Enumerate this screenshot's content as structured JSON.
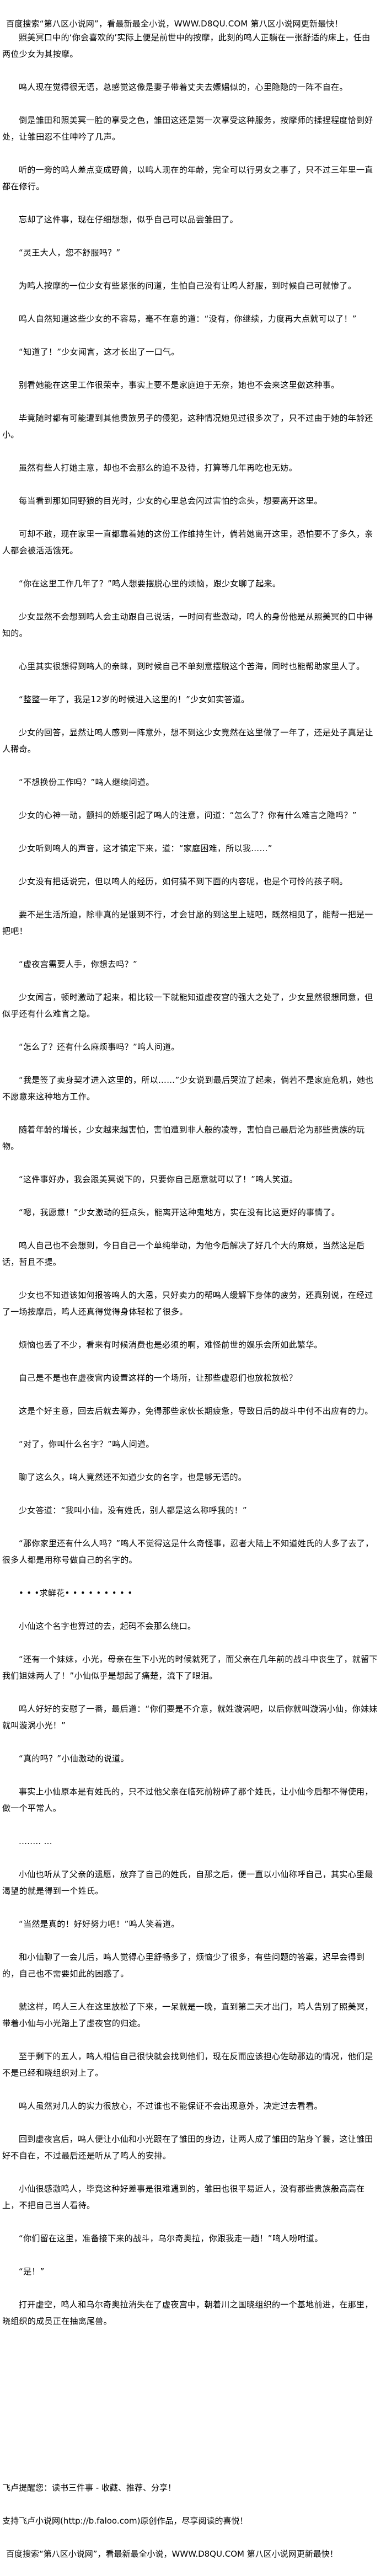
{
  "header": {
    "site_banner": "百度搜索“第八区小说网”，看最新最全小说，WWW.D8QU.COM   第八区小说网更新最快！"
  },
  "paragraphs": [
    "照美冥口中的‘你会喜欢的’实际上便是前世中的按摩，此刻的鸣人正躺在一张舒适的床上，任由两位少女为其按摩。",
    "鸣人现在觉得很无语，总感觉这像是妻子带着丈夫去嫖娼似的，心里隐隐的一阵不自在。",
    "倒是雏田和照美冥一脸的享受之色，雏田这还是第一次享受这种服务，按摩师的揉捏程度恰到好处，让雏田忍不住呻吟了几声。",
    "听的一旁的鸣人差点变成野兽，以鸣人现在的年龄，完全可以行男女之事了，只不过三年里一直都在修行。",
    "忘却了这件事，现在仔细想想，似乎自己可以品尝雏田了。",
    "“灵王大人，您不舒服吗？”",
    "为鸣人按摩的一位少女有些紧张的问道，生怕自己没有让鸣人舒服，到时候自己可就惨了。",
    "鸣人自然知道这些少女的不容易，毫不在意的道：“没有，你继续，力度再大点就可以了！”",
    "“知道了！”少女闻言，这才长出了一口气。",
    "别看她能在这里工作很荣幸，事实上要不是家庭迫于无奈，她也不会来这里做这种事。",
    "毕竟随时都有可能遭到其他贵族男子的侵犯，这种情况她见过很多次了，只不过由于她的年龄还小。",
    "虽然有些人打她主意，却也不会那么的迫不及待，打算等几年再吃也无妨。",
    "每当看到那如同野狼的目光时，少女的心里总会闪过害怕的念头，想要离开这里。",
    "可却不敢，现在家里一直都靠着她的这份工作维持生计，倘若她离开这里，恐怕要不了多久，亲人都会被活活饿死。",
    "“你在这里工作几年了？”鸣人想要摆脱心里的烦恼，跟少女聊了起来。",
    "少女显然不会想到鸣人会主动跟自己说话，一时间有些激动，鸣人的身份他是从照美冥的口中得知的。",
    "心里其实很想得到鸣人的亲睐，到时候自己不单刻意摆脱这个苦海，同时也能帮助家里人了。",
    "“整整一年了，我是12岁的时候进入这里的！”少女如实答道。",
    "少女的回答，显然让鸣人感到一阵意外，想不到这少女竟然在这里做了一年了，还是处子真是让人稀奇。",
    "“不想换份工作吗？”鸣人继续问道。",
    "少女的心神一动，颤抖的娇躯引起了鸣人的注意，问道：“怎么了？你有什么难言之隐吗？”",
    "少女听到鸣人的声音，这才镇定下来，道：“家庭困难，所以我……”",
    "少女没有把话说完，但以鸣人的经历，如何猜不到下面的内容呢，也是个可怜的孩子啊。",
    "要不是生活所迫，除非真的是饿到不行，才会甘愿的到这里上班吧，既然相见了，能帮一把是一把吧！",
    "“虚夜宫需要人手，你想去吗？”",
    "少女闻言，顿时激动了起来，相比较一下就能知道虚夜宫的强大之处了，少女显然很想同意，但似乎还有什么难言之隐。",
    "“怎么了？还有什么麻烦事吗？”鸣人问道。",
    "“我是签了卖身契才进入这里的，所以……”少女说到最后哭泣了起来，倘若不是家庭危机，她也不愿意来这种地方工作。",
    "随着年龄的增长，少女越来越害怕，害怕遭到非人般的凌辱，害怕自己最后沦为那些贵族的玩物。",
    "“这件事好办，我会跟美冥说下的，只要你自己愿意就可以了！”鸣人笑道。",
    "“嗯，我愿意！”少女激动的狂点头，能离开这种鬼地方，实在没有比这更好的事情了。",
    "鸣人自己也不会想到，今日自己一个单纯举动，为他今后解决了好几个大的麻烦，当然这是后话，暂且不提。",
    "少女也不知道该如何报答鸣人的大恩，只好卖力的帮鸣人缓解下身体的疲劳，还真别说，在经过了一场按摩后，鸣人还真得觉得身体轻松了很多。",
    "烦恼也丢了不少，看来有时候消费也是必须的啊，难怪前世的娱乐会所如此繁华。",
    "自己是不是也在虚夜宫内设置这样的一个场所，让那些虚忍们也放松放松？",
    "这是个好主意，回去后就去筹办，免得那些家伙长期疲惫，导致日后的战斗中付不出应有的力。",
    "“对了，你叫什么名字？”鸣人问道。",
    "聊了这么久，鸣人竟然还不知道少女的名字，也是够无语的。",
    "少女答道：“我叫小仙，没有姓氏，别人都是这么称呼我的！”",
    "“那你家里还有什么人吗？”鸣人不觉得这是什么奇怪事，忍者大陆上不知道姓氏的人多了去了，很多人都是用称号做自己的名字的。",
    "• • •求鲜花• • • • •  • • • •",
    "小仙这个名字也算过的去，起码不会那么绕口。",
    "“还有一个妹妹，小光，母亲在生下小光的时候就死了，而父亲在几年前的战斗中丧生了，就留下我们姐妹两人了！”小仙似乎是想起了痛楚，流下了眼泪。",
    "鸣人好好的安慰了一番，最后道：“你们要是不介意，就姓漩涡吧，以后你就叫漩涡小仙，你妹妹就叫漩涡小光！”",
    "“真的吗？”小仙激动的说道。",
    "事实上小仙原本是有姓氏的，只不过他父亲在临死前粉碎了那个姓氏，让小仙今后都不得使用，做一个平常人。",
    "........ ...",
    "小仙也听从了父亲的遗愿，放弃了自己的姓氏，自那之后，便一直以小仙称呼自己，其实心里最渴望的就是得到一个姓氏。",
    "“当然是真的！好好努力吧！”鸣人笑着道。",
    "和小仙聊了一会儿后，鸣人觉得心里舒畅多了，烦恼少了很多，有些问题的答案，迟早会得到的，自己也不需要如此的困惑了。",
    "就这样，鸣人三人在这里放松了下来，一呆就是一晚，直到第二天才出门，鸣人告别了照美冥，带着小仙与小光踏上了虚夜宫的归途。",
    "至于剩下的五人，鸣人相信自己很快就会找到他们，现在反而应该担心佐助那边的情况，他们是不是已经和晓组织对上了。",
    "鸣人虽然对几人的实力很放心，不过谁也不能保证不会出现意外，决定过去看看。",
    "回到虚夜宫后，鸣人便让小仙和小光跟在了雏田的身边，让两人成了雏田的贴身丫鬟，这让雏田好不自在，不过最后还是听从了鸣人的安排。",
    "小仙很感激鸣人，毕竟这种好差事是很难遇到的，雏田也很平易近人，没有那些贵族般高高在上，不把自己当人看待。",
    "“你们留在这里，准备接下来的战斗，乌尔奇奥拉，你跟我走一趟！”鸣人吩咐道。",
    "“是！”",
    "打开虚空，鸣人和乌尔奇奥拉消失在了虚夜宫中，朝着川之国晓组织的一个基地前进，在那里，晓组织的成员正在抽离尾兽。"
  ],
  "footer": {
    "reminder": "飞卢提醒您：读书三件事 - 收藏、推荐、分享！",
    "support": "支持飞卢小说网(http://b.faloo.com)原创作品，尽享阅读的喜悦！",
    "site_banner": "百度搜索“第八区小说网”，看最新最全小说，WWW.D8QU.COM   第八区小说网更新最快！"
  }
}
